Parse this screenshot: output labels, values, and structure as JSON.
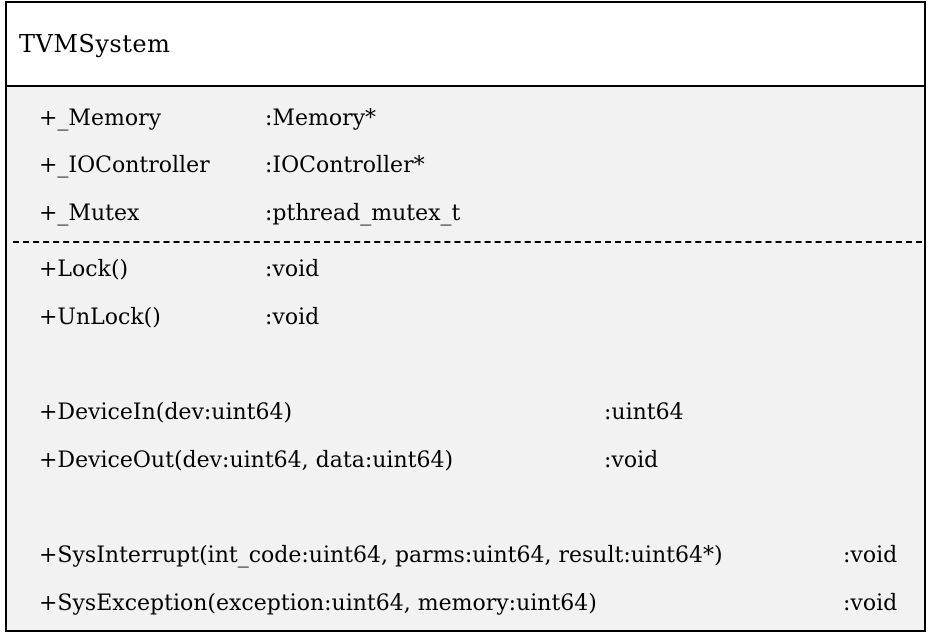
{
  "class_name": "TVMSystem",
  "attributes": [
    {
      "name": "+_Memory",
      "type": ":Memory*"
    },
    {
      "name": "+_IOController",
      "type": ":IOController*"
    },
    {
      "name": "+_Mutex",
      "type": ":pthread_mutex_t"
    }
  ],
  "methods": [
    {
      "signature": "+Lock()",
      "type": ":void"
    },
    {
      "signature": "+UnLock()",
      "type": ":void"
    },
    {
      "signature": "+DeviceIn(dev:uint64)",
      "type": ":uint64"
    },
    {
      "signature": "+DeviceOut(dev:uint64, data:uint64)",
      "type": ":void"
    },
    {
      "signature": "+SysInterrupt(int_code:uint64, parms:uint64, result:uint64*)",
      "type": ":void"
    },
    {
      "signature": "+SysException(exception:uint64, memory:uint64)",
      "type": ":void"
    }
  ]
}
